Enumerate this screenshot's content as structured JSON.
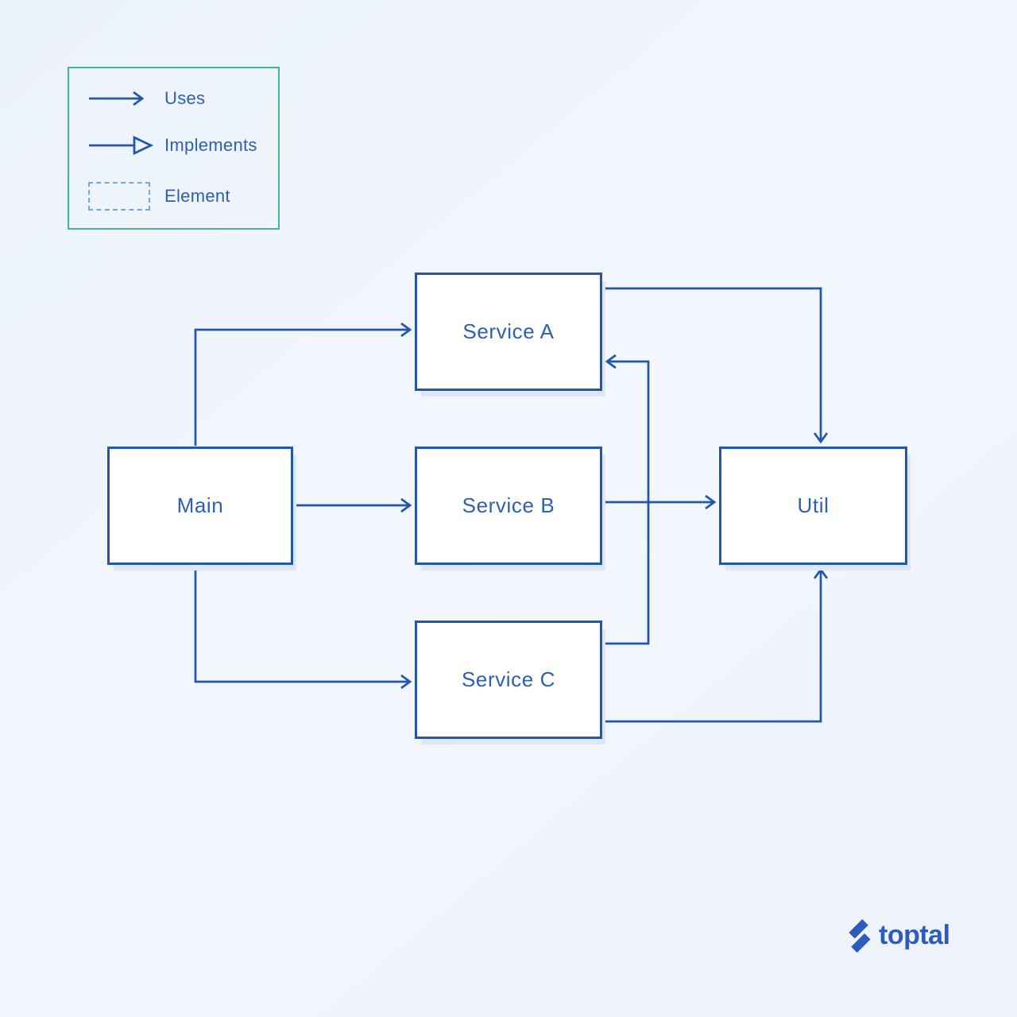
{
  "colors": {
    "line": "#2257a9",
    "node-text": "#2d5fb2",
    "node-bg": "#ffffff",
    "legend-border": "#3fbb8b",
    "dashed": "#79a4de",
    "shadow": "#dce7f7",
    "brand": "#2a5dbd"
  },
  "legend": {
    "items": [
      {
        "id": "uses",
        "label": "Uses",
        "symbol": "uses-arrow-icon"
      },
      {
        "id": "implements",
        "label": "Implements",
        "symbol": "implements-arrow-icon"
      },
      {
        "id": "element",
        "label": "Element",
        "symbol": "element-box-icon"
      }
    ]
  },
  "diagram": {
    "nodes": [
      {
        "id": "main",
        "label": "Main"
      },
      {
        "id": "service-a",
        "label": "Service A"
      },
      {
        "id": "service-b",
        "label": "Service B"
      },
      {
        "id": "service-c",
        "label": "Service C"
      },
      {
        "id": "util",
        "label": "Util"
      }
    ],
    "edges": [
      {
        "from": "main",
        "to": "service-a",
        "type": "uses"
      },
      {
        "from": "main",
        "to": "service-b",
        "type": "uses"
      },
      {
        "from": "main",
        "to": "service-c",
        "type": "uses"
      },
      {
        "from": "service-a",
        "to": "util",
        "type": "uses"
      },
      {
        "from": "service-b",
        "to": "util",
        "type": "uses"
      },
      {
        "from": "service-c",
        "to": "service-a",
        "type": "uses"
      },
      {
        "from": "service-c",
        "to": "util",
        "type": "uses"
      }
    ]
  },
  "branding": {
    "logo_text": "toptal"
  }
}
